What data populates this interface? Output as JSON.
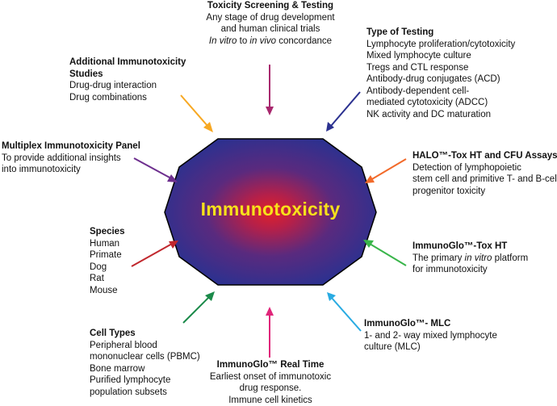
{
  "center": {
    "title": "Immunotoxicity"
  },
  "colors": {
    "octagon_inner": "#e0202a",
    "octagon_outer": "#2b3190",
    "title": "#f7e11b",
    "arrow_toxicity": "#a8286e",
    "arrow_testing": "#2b3190",
    "arrow_halo": "#f26a2a",
    "arrow_tox_ht": "#39b54a",
    "arrow_mlc": "#29abe2",
    "arrow_realtime": "#e0267a",
    "arrow_cell_types": "#1b8a4a",
    "arrow_species": "#c1272d",
    "arrow_multiplex": "#6d2f8e",
    "arrow_additional": "#f7a823"
  },
  "labels": {
    "toxicity": {
      "title": "Toxicity Screening & Testing",
      "lines": [
        "Any stage of drug development",
        "and human clinical trials"
      ],
      "line3_em": "In vitro",
      "line3_mid": " to ",
      "line3_em2": "in vivo",
      "line3_end": " concordance"
    },
    "testing": {
      "title": "Type of Testing",
      "lines": [
        "Lymphocyte proliferation/cytotoxicity",
        "Mixed lymphocyte culture",
        "Tregs and CTL response",
        "Antibody-drug conjugates (ACD)",
        "Antibody-dependent cell-",
        "mediated cytotoxicity (ADCC)",
        "NK activity and DC maturation"
      ]
    },
    "halo": {
      "title": "HALO™-Tox HT and CFU Assays",
      "lines": [
        "Detection of lymphopoietic",
        "stem cell and primitive T- and B-cell",
        "progenitor toxicity"
      ]
    },
    "tox_ht": {
      "title": "ImmunoGlo™-Tox HT",
      "line1_pre": "The primary ",
      "line1_em": "in vitro",
      "line1_post": " platform",
      "line2": "for immunotoxicity"
    },
    "mlc": {
      "title": "ImmunoGlo™- MLC",
      "lines": [
        "1- and 2- way mixed lymphocyte",
        "culture (MLC)"
      ]
    },
    "realtime": {
      "title": "ImmunoGlo™ Real Time",
      "lines": [
        "Earliest onset of immunotoxic",
        "drug response.",
        "Immune cell kinetics"
      ]
    },
    "cell_types": {
      "title": "Cell Types",
      "lines": [
        "Peripheral blood",
        "mononuclear cells (PBMC)",
        "Bone marrow",
        "Purified lymphocyte",
        "population subsets"
      ]
    },
    "species": {
      "title": "Species",
      "lines": [
        "Human",
        "Primate",
        "Dog",
        "Rat",
        "Mouse"
      ]
    },
    "multiplex": {
      "title": "Multiplex Immunotoxicity Panel",
      "lines": [
        "To provide additional insights",
        "into immunotoxicity"
      ]
    },
    "additional": {
      "title": "Additional Immunotoxicity",
      "title2": "Studies",
      "lines": [
        "Drug-drug interaction",
        "Drug combinations"
      ]
    }
  }
}
